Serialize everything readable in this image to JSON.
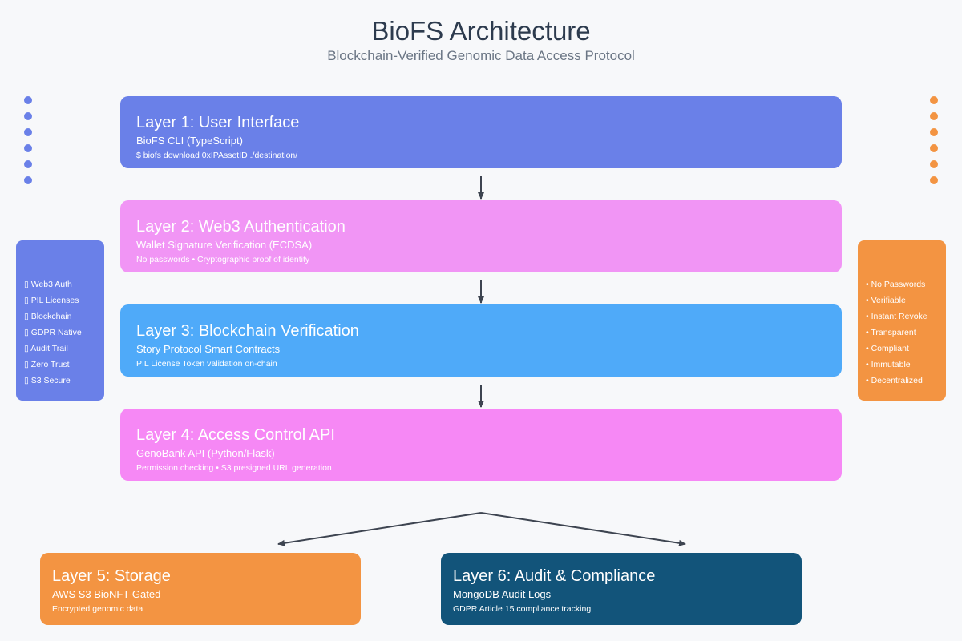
{
  "header": {
    "title": "BioFS Architecture",
    "subtitle": "Blockchain-Verified Genomic Data Access Protocol"
  },
  "layers": [
    {
      "name": "Layer 1: User Interface",
      "tech": "BioFS CLI (TypeScript)",
      "desc": "$ biofs download 0xIPAssetID ./destination/",
      "color": "#6a80e8"
    },
    {
      "name": "Layer 2: Web3 Authentication",
      "tech": "Wallet Signature Verification (ECDSA)",
      "desc": "No passwords • Cryptographic proof of identity",
      "color": "#f195f5"
    },
    {
      "name": "Layer 3: Blockchain Verification",
      "tech": "Story Protocol Smart Contracts",
      "desc": "PIL License Token validation on-chain",
      "color": "#4faaf9"
    },
    {
      "name": "Layer 4: Access Control API",
      "tech": "GenoBank API (Python/Flask)",
      "desc": "Permission checking • S3 presigned URL generation",
      "color": "#f688f5"
    },
    {
      "name": "Layer 5: Storage",
      "tech": "AWS S3 BioNFT-Gated",
      "desc": "Encrypted genomic data",
      "color": "#f39442"
    },
    {
      "name": "Layer 6: Audit & Compliance",
      "tech": "MongoDB Audit Logs",
      "desc": "GDPR Article 15 compliance tracking",
      "color": "#12547a"
    }
  ],
  "left_panel": {
    "items": [
      "▯ Web3 Auth",
      "▯ PIL Licenses",
      "▯ Blockchain",
      "▯ GDPR Native",
      "▯ Audit Trail",
      "▯ Zero Trust",
      "▯ S3 Secure"
    ]
  },
  "right_panel": {
    "items": [
      "• No Passwords",
      "• Verifiable",
      "• Instant Revoke",
      "• Transparent",
      "• Compliant",
      "• Immutable",
      "• Decentralized"
    ]
  },
  "colors": {
    "left_dots": "#6a80e8",
    "right_dots": "#f39442",
    "arrows": "#3d4450"
  }
}
